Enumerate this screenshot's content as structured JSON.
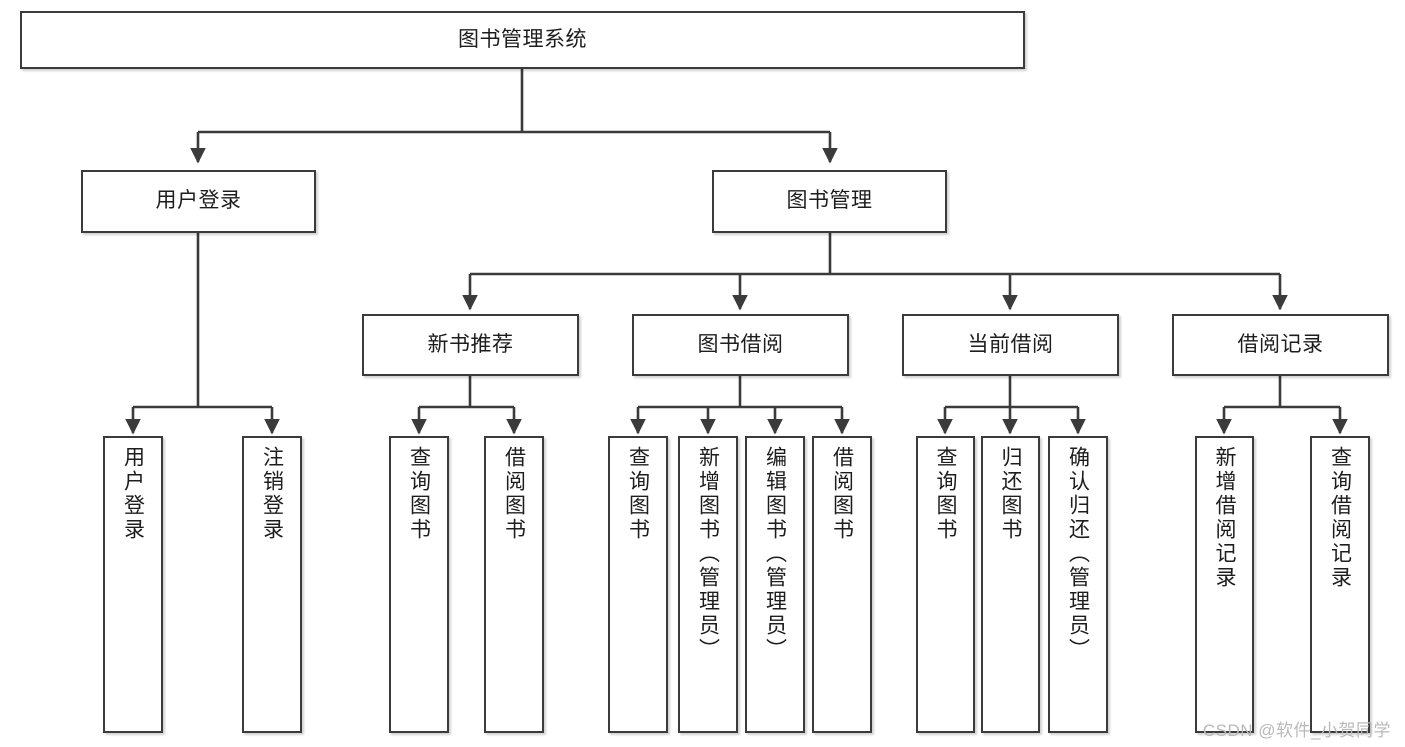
{
  "diagram": {
    "type": "tree-hierarchy-chart",
    "title": "图书管理系统",
    "watermark": "CSDN @软件_小贺同学",
    "colors": {
      "box_border": "#3b3b3b",
      "box_fill": "#ffffff",
      "connector": "#3b3b3b",
      "text": "#1d1d1d",
      "watermark": "#b9b9b9"
    },
    "root": {
      "label": "图书管理系统"
    },
    "level2": [
      {
        "label": "用户登录"
      },
      {
        "label": "图书管理"
      }
    ],
    "level3": [
      {
        "label": "新书推荐"
      },
      {
        "label": "图书借阅"
      },
      {
        "label": "当前借阅"
      },
      {
        "label": "借阅记录"
      }
    ],
    "leaves": {
      "user_login": [
        {
          "label": "用户登录"
        },
        {
          "label": "注销登录"
        }
      ],
      "new_book_recommend": [
        {
          "label": "查询图书"
        },
        {
          "label": "借阅图书"
        }
      ],
      "book_borrow": [
        {
          "label": "查询图书"
        },
        {
          "label": "新增图书（管理员）"
        },
        {
          "label": "编辑图书（管理员）"
        },
        {
          "label": "借阅图书"
        }
      ],
      "current_borrow": [
        {
          "label": "查询图书"
        },
        {
          "label": "归还图书"
        },
        {
          "label": "确认归还（管理员）"
        }
      ],
      "borrow_record": [
        {
          "label": "新增借阅记录"
        },
        {
          "label": "查询借阅记录"
        }
      ]
    }
  }
}
